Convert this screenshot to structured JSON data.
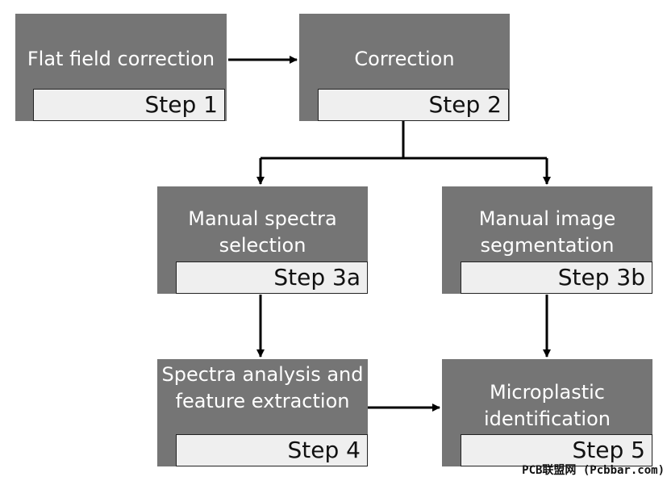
{
  "diagram": {
    "box1": {
      "title": "Flat field correction",
      "step": "Step 1"
    },
    "box2": {
      "title": "Correction",
      "step": "Step 2"
    },
    "box3a": {
      "title_line1": "Manual spectra",
      "title_line2": "selection",
      "step": "Step 3a"
    },
    "box3b": {
      "title_line1": "Manual image",
      "title_line2": "segmentation",
      "step": "Step 3b"
    },
    "box4": {
      "title_line1": "Spectra analysis and",
      "title_line2": "feature extraction",
      "step": "Step 4"
    },
    "box5": {
      "title_line1": "Microplastic",
      "title_line2": "identification",
      "step": "Step 5"
    }
  },
  "watermark": "PCB联盟网 (Pcbbar.com)",
  "colors": {
    "box_fill": "#757575",
    "tab_fill": "#efefef",
    "arrow": "#000000"
  }
}
